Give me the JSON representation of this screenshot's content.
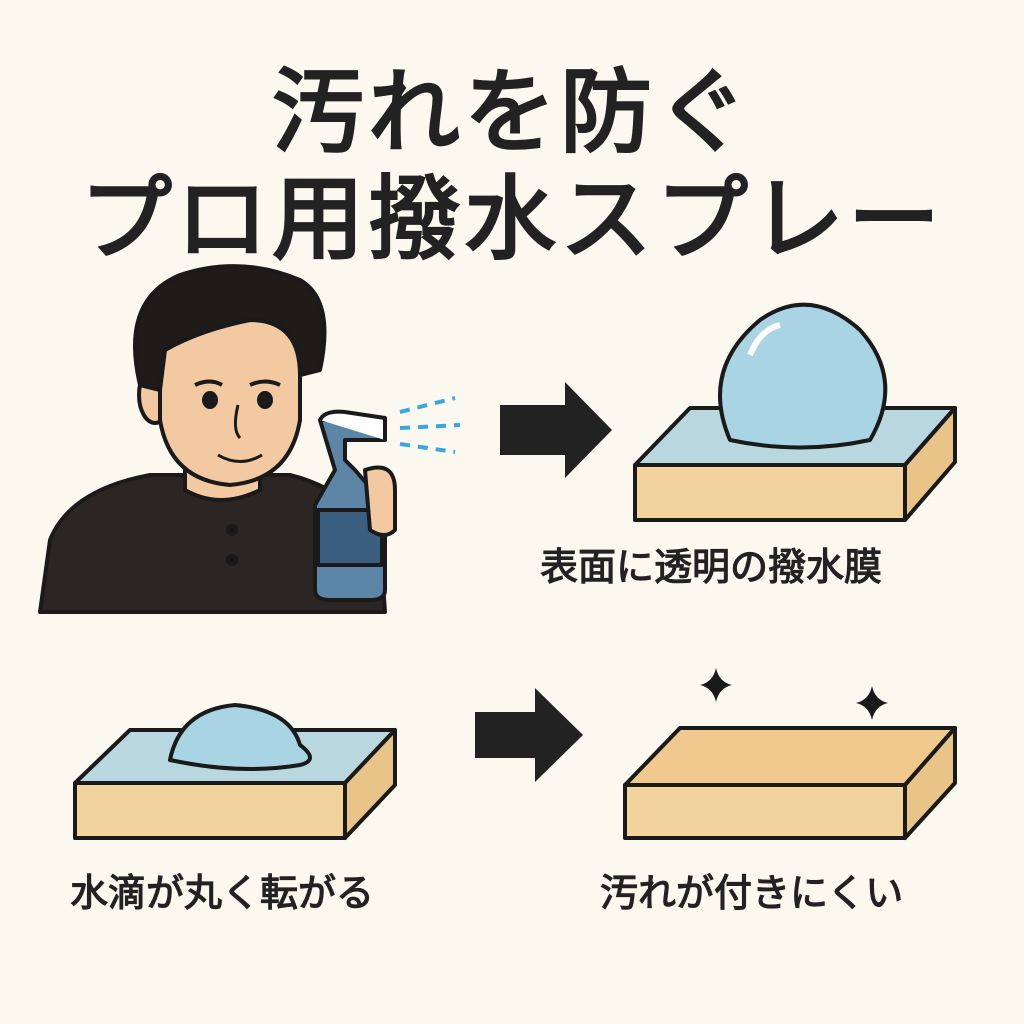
{
  "title": {
    "line1": "汚れを防ぐ",
    "line2": "プロ用撥水スプレー"
  },
  "captions": {
    "film": "表面に透明の撥水膜",
    "bead": "水滴が丸く転がる",
    "clean": "汚れが付きにくい"
  },
  "colors": {
    "background": "#fbf9ef",
    "text": "#222222",
    "water": "#a9d4e4",
    "wood": "#f2d39e",
    "film": "#b9d7df",
    "outline": "#1a1a1a"
  }
}
